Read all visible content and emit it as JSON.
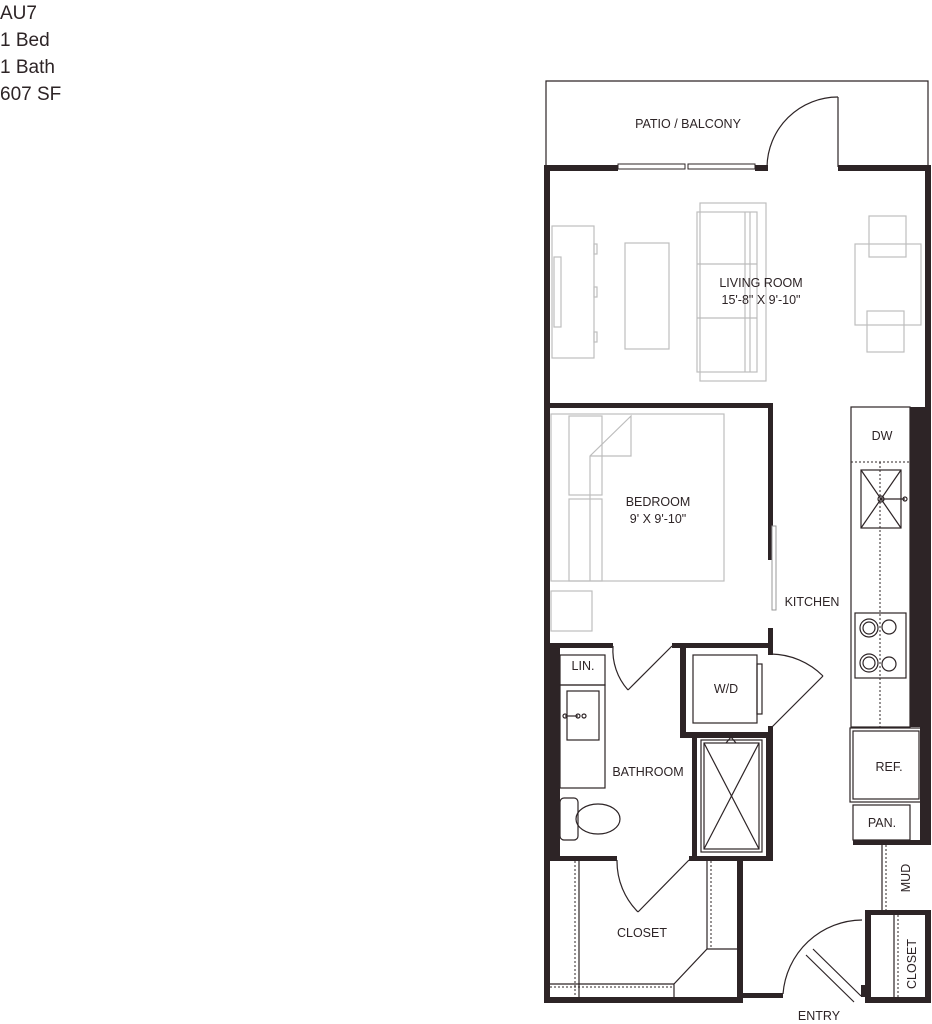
{
  "unit": {
    "name": "AU7",
    "beds": "1 Bed",
    "baths": "1 Bath",
    "area": "607 SF"
  },
  "rooms": {
    "patio": "PATIO / BALCONY",
    "living_room": "LIVING ROOM",
    "living_room_dims": "15'-8\" X 9'-10\"",
    "bedroom": "BEDROOM",
    "bedroom_dims": "9' X 9'-10\"",
    "kitchen": "KITCHEN",
    "dw": "DW",
    "linen": "LIN.",
    "wd": "W/D",
    "bathroom": "BATHROOM",
    "ref": "REF.",
    "pantry": "PAN.",
    "mud": "MUD",
    "closet_main": "CLOSET",
    "closet_entry": "CLOSET",
    "entry": "ENTRY"
  },
  "colors": {
    "wall": "#2d2426",
    "furniture": "#bdbdbd"
  }
}
